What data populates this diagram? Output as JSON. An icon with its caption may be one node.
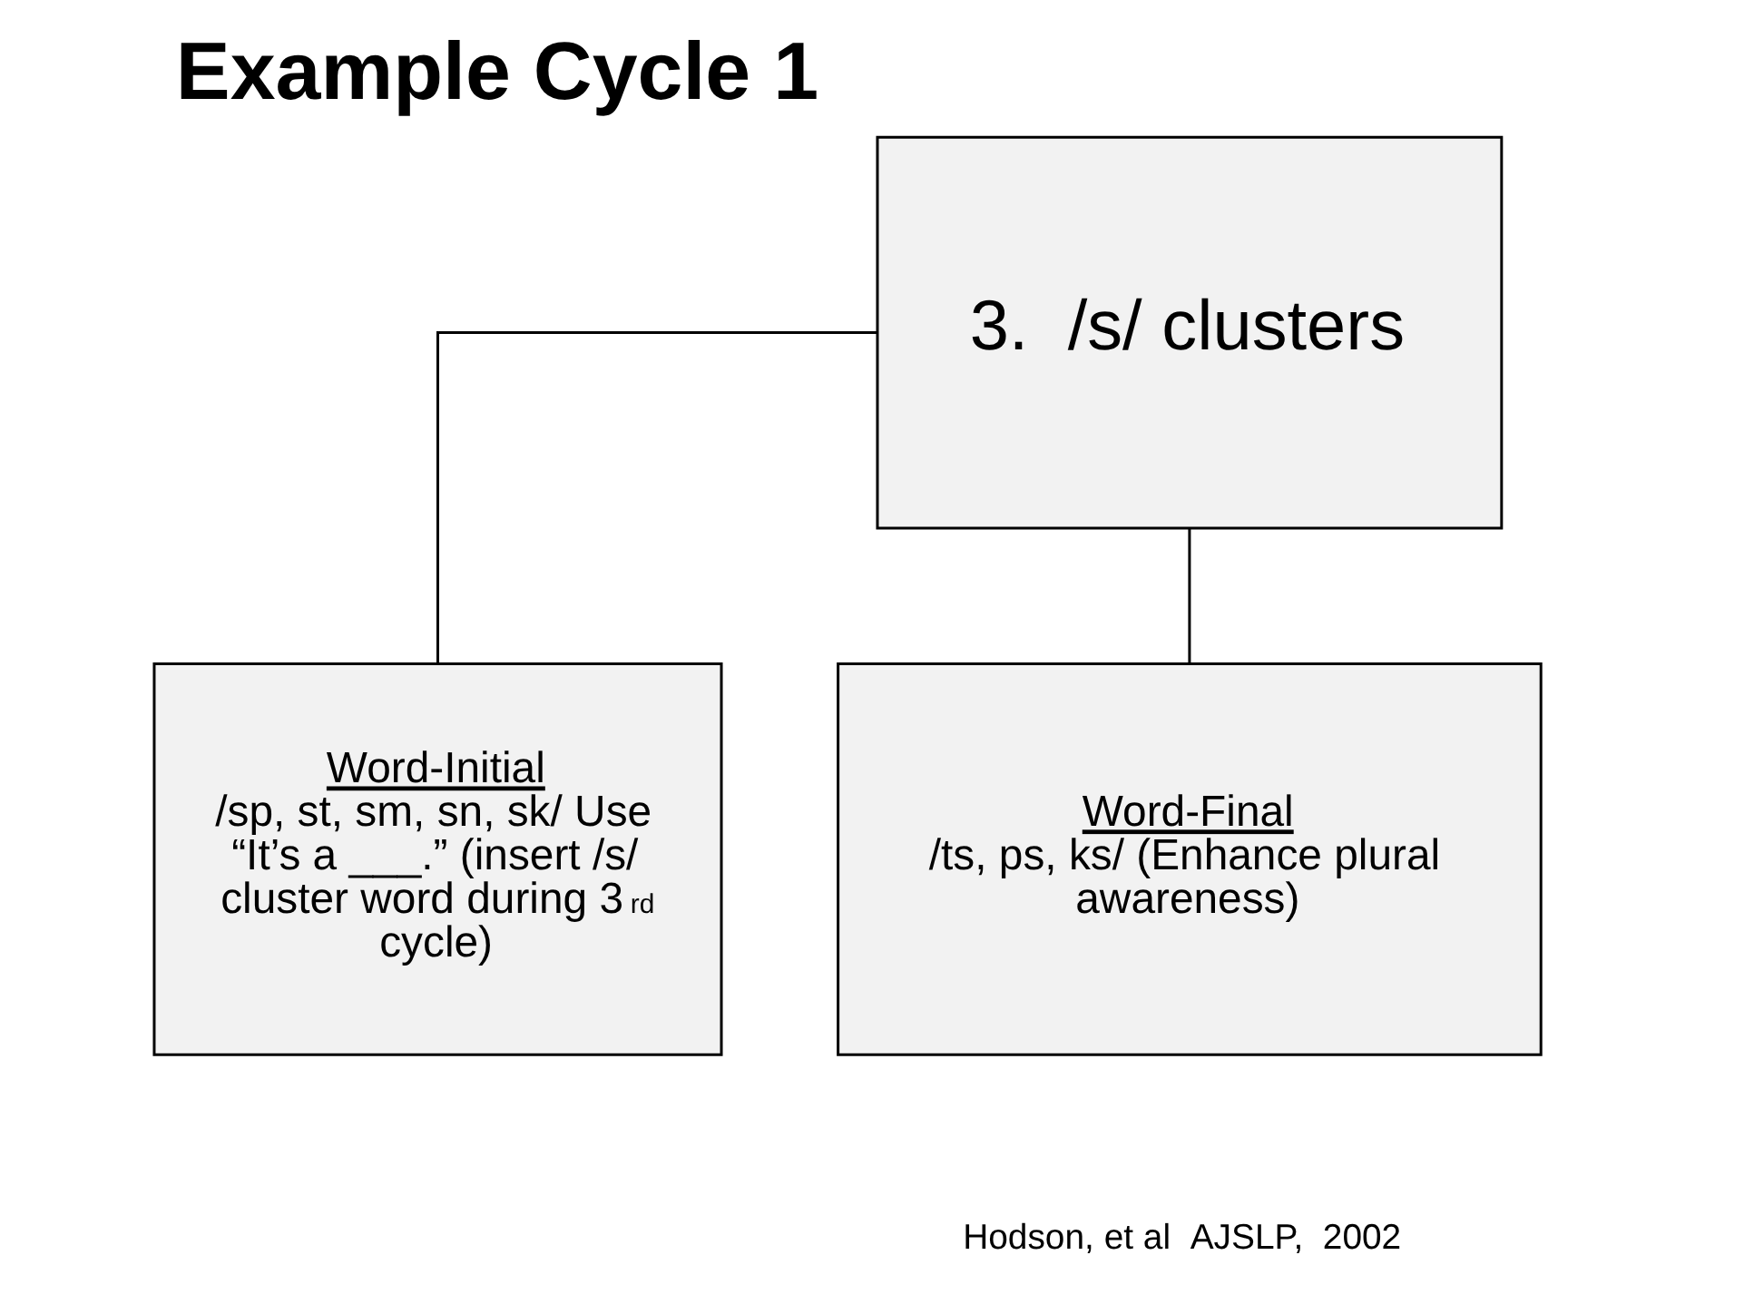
{
  "diagram": {
    "title": "Example Cycle 1",
    "nodes": [
      {
        "text": [
          "3.  /s/ clusters"
        ]
      },
      {
        "text": [
          "Word-Initial",
          "/sp, st, sm, sn, sk/ Use “It’s a ___.” (insert /s/ cluster word during 3$^{rd}$ cycle)"
        ]
      },
      {
        "text": [
          "Word-Final",
          "/ts, ps, ks/ (Enhance plural awareness)"
        ]
      }
    ],
    "edges": [
      {
        "from": 0,
        "to": 1,
        "arrow": "none"
      },
      {
        "from": 0,
        "to": 2,
        "arrow": "none"
      }
    ],
    "labels": [
      "Hodson, et al  AJSLP,  2002"
    ]
  }
}
